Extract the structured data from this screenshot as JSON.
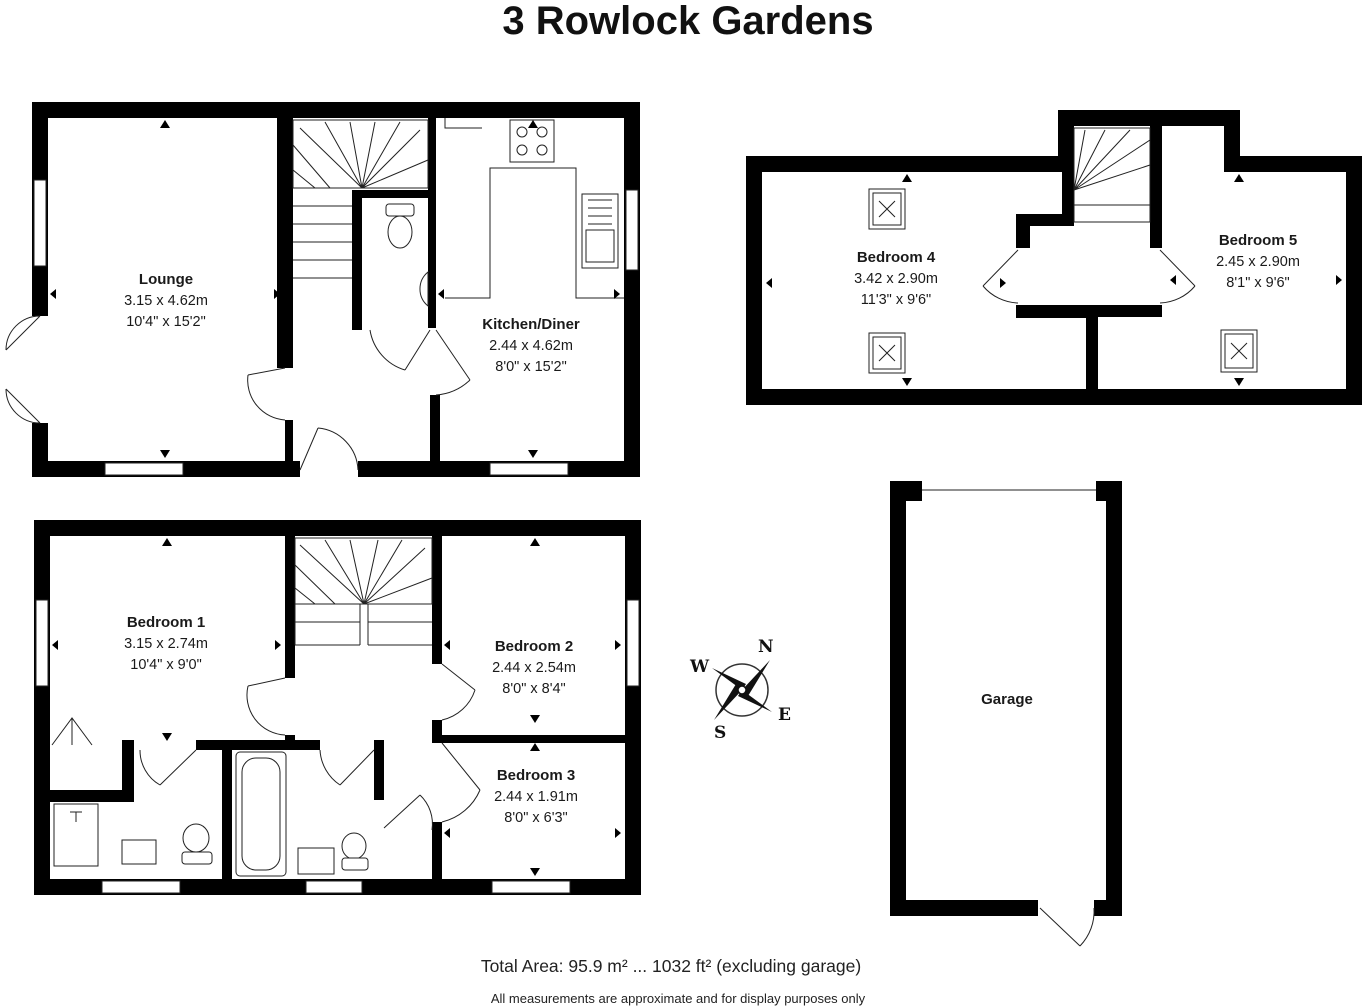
{
  "title": "3 Rowlock Gardens",
  "rooms": {
    "lounge": {
      "name": "Lounge",
      "metric": "3.15 x 4.62m",
      "imperial": "10'4\" x 15'2\""
    },
    "kitchen": {
      "name": "Kitchen/Diner",
      "metric": "2.44 x 4.62m",
      "imperial": "8'0\" x 15'2\""
    },
    "bedroom1": {
      "name": "Bedroom 1",
      "metric": "3.15 x 2.74m",
      "imperial": "10'4\" x 9'0\""
    },
    "bedroom2": {
      "name": "Bedroom 2",
      "metric": "2.44 x 2.54m",
      "imperial": "8'0\" x 8'4\""
    },
    "bedroom3": {
      "name": "Bedroom 3",
      "metric": "2.44 x 1.91m",
      "imperial": "8'0\" x 6'3\""
    },
    "bedroom4": {
      "name": "Bedroom 4",
      "metric": "3.42 x 2.90m",
      "imperial": "11'3\" x 9'6\""
    },
    "bedroom5": {
      "name": "Bedroom 5",
      "metric": "2.45 x 2.90m",
      "imperial": "8'1\" x 9'6\""
    },
    "garage": {
      "name": "Garage"
    }
  },
  "compass": {
    "n": "N",
    "e": "E",
    "s": "S",
    "w": "W"
  },
  "footer": {
    "area": "Total Area: 95.9 m² ... 1032 ft² (excluding garage)",
    "disclaimer": "All measurements are approximate and for display purposes only"
  }
}
